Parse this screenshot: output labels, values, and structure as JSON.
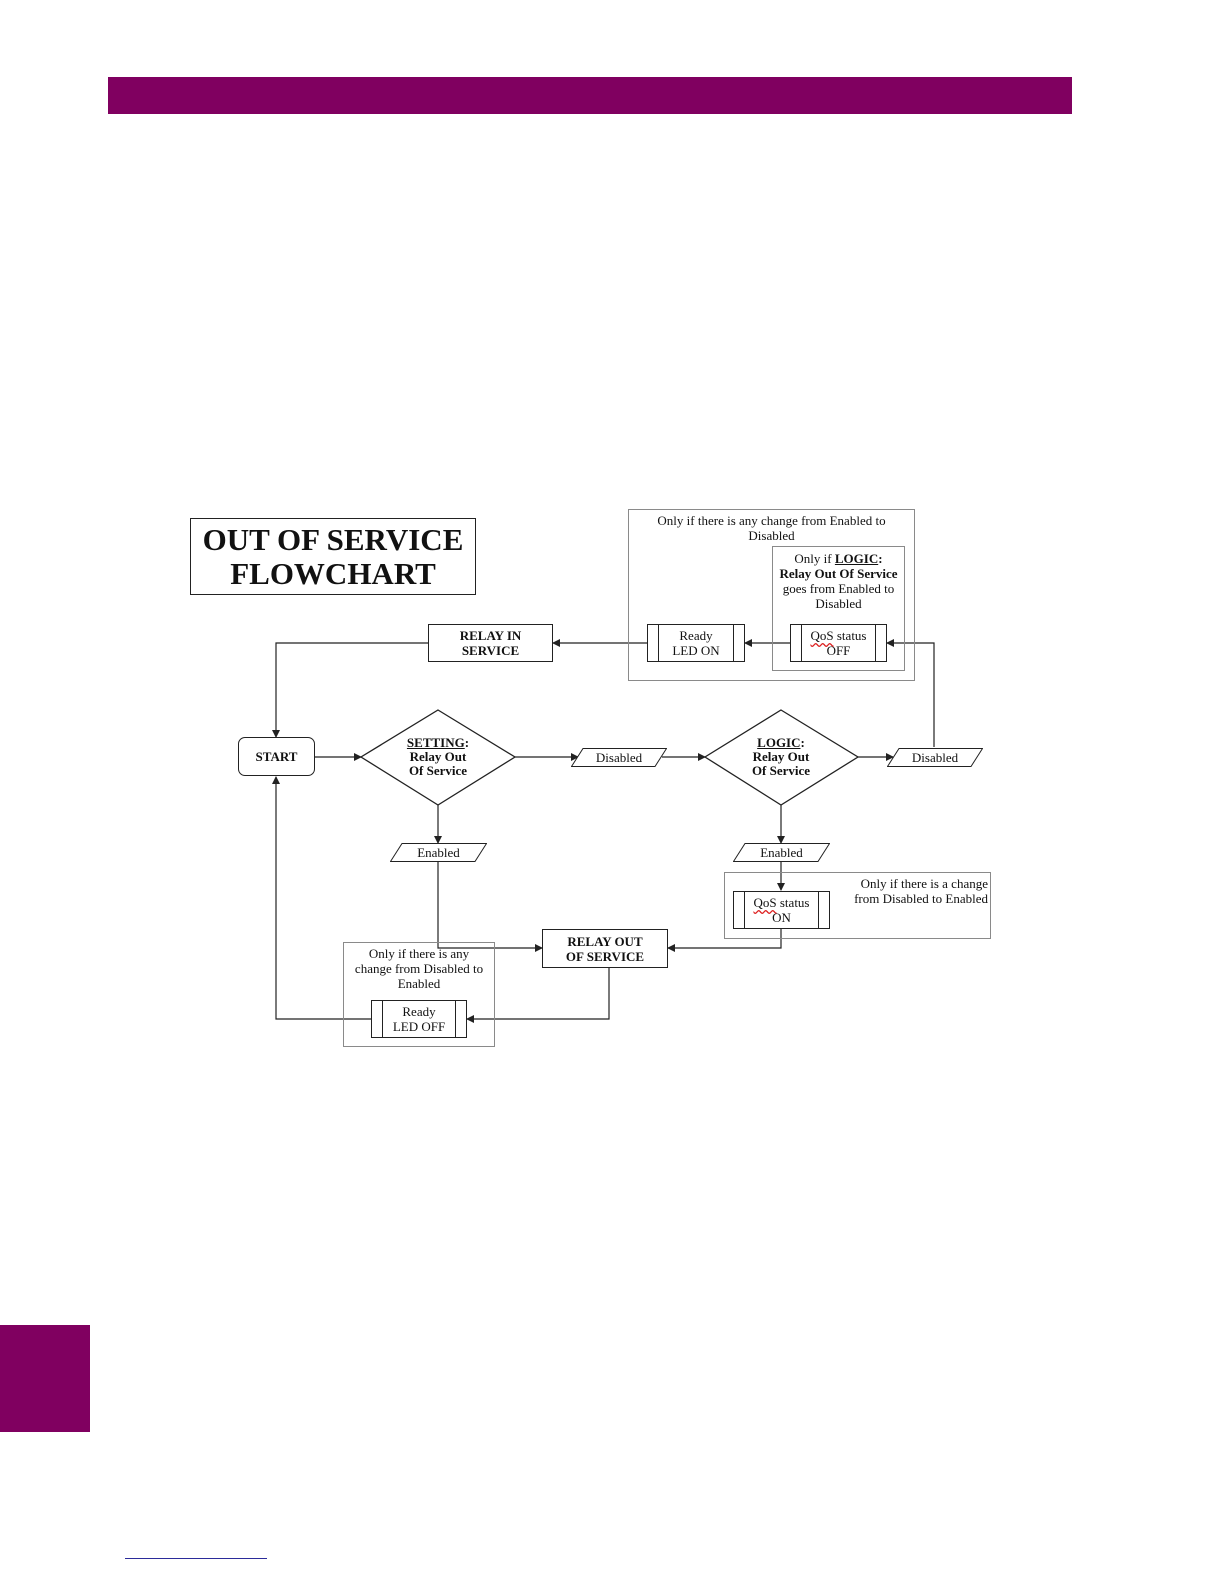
{
  "title": {
    "line1": "OUT OF SERVICE",
    "line2": "FLOWCHART"
  },
  "nodes": {
    "start": "START",
    "relay_in_service": {
      "line1": "RELAY IN",
      "line2": "SERVICE"
    },
    "relay_out_of_service": {
      "line1": "RELAY OUT",
      "line2": "OF SERVICE"
    },
    "setting_decision": {
      "keyword": "SETTING",
      "colon": ":",
      "line2": "Relay Out",
      "line3": "Of Service"
    },
    "logic_decision": {
      "keyword": "LOGIC",
      "colon": ":",
      "line2": "Relay Out",
      "line3": "Of Service"
    },
    "setting_disabled": "Disabled",
    "setting_enabled": "Enabled",
    "logic_disabled": "Disabled",
    "logic_enabled": "Enabled",
    "ready_led_on": {
      "line1": "Ready",
      "line2": "LED ON"
    },
    "ready_led_off": {
      "line1": "Ready",
      "line2": "LED OFF"
    },
    "qos_off": {
      "word": "QoS",
      "rest": " status",
      "line2": "OFF"
    },
    "qos_on": {
      "word": "QoS",
      "rest": " status",
      "line2": "ON"
    }
  },
  "notes": {
    "top_outer": {
      "line1": "Only if there is any change from Enabled to",
      "line2": "Disabled"
    },
    "top_inner": {
      "prefix": "Only if ",
      "keyword": "LOGIC",
      "colon": ":",
      "line2": "Relay Out Of Service",
      "line3": "goes from Enabled to",
      "line4": "Disabled"
    },
    "right_change": {
      "line1": "Only if there is a change",
      "line2": "from Disabled to Enabled"
    },
    "bottom_change": {
      "line1": "Only if there is any",
      "line2": "change from Disabled to",
      "line3": "Enabled"
    }
  },
  "colors": {
    "brand": "#800060",
    "line": "#222222",
    "group_border": "#8a8a8a"
  }
}
